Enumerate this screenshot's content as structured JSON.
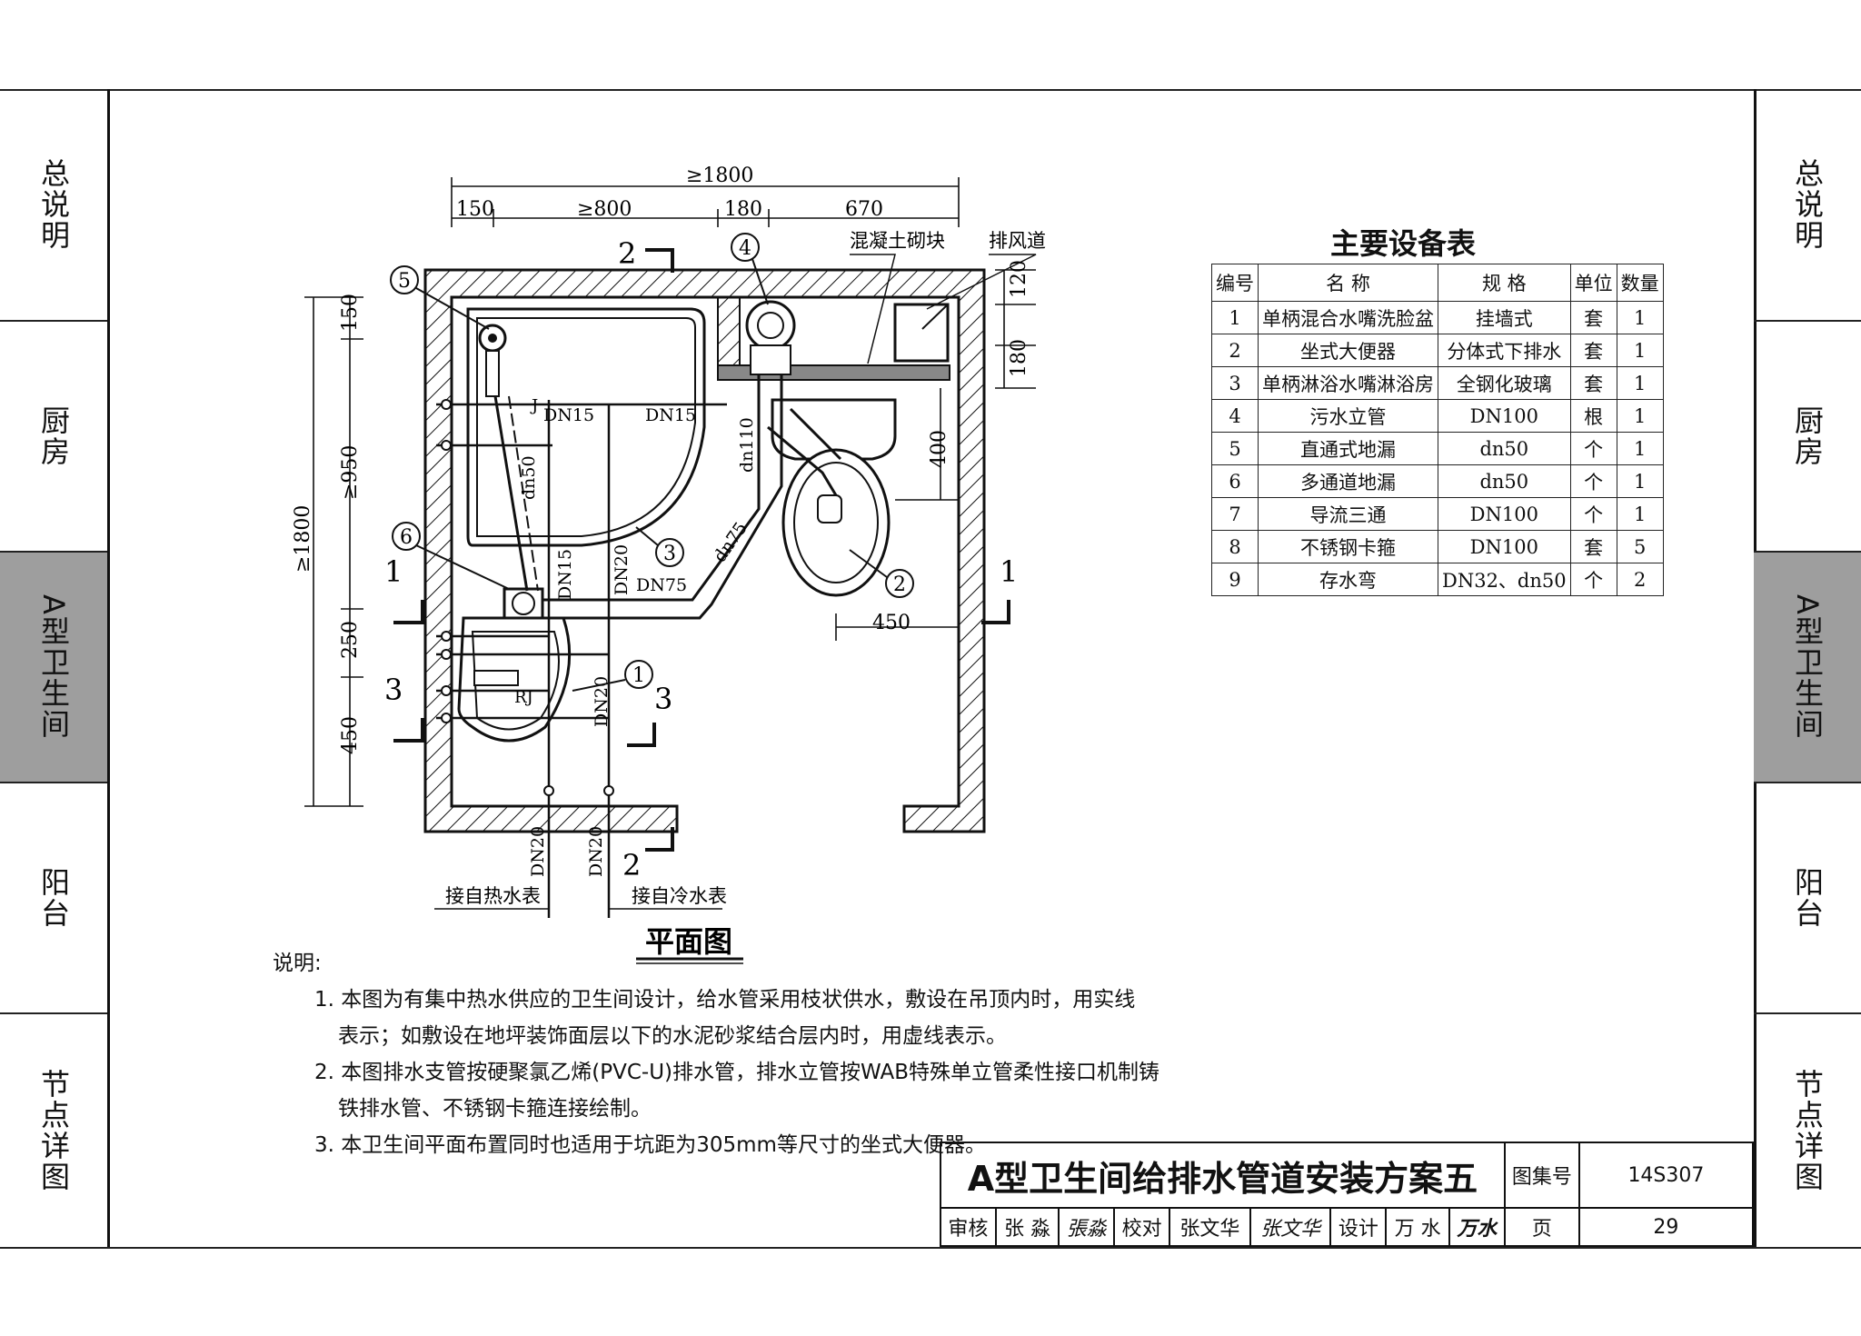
{
  "side_tabs": [
    "总说明",
    "厨房",
    "A型卫生间",
    "阳台",
    "节点详图"
  ],
  "active_tab_index": 2,
  "plan": {
    "caption": "平面图",
    "dims_top": {
      "total": "≥1800",
      "d1": "150",
      "d2": "≥800",
      "d3": "180",
      "d4": "670"
    },
    "dims_left": {
      "total": "≥1800",
      "d1": "150",
      "d2": "≥950",
      "d3": "250",
      "d4": "450"
    },
    "dims_right": {
      "d1": "120",
      "d2": "180"
    },
    "labels": {
      "block": "混凝土砌块",
      "vent": "排风道",
      "dn15a": "DN15",
      "dn15b": "DN15",
      "dn15c": "DN15",
      "dn50": "dn50",
      "dn75a": "DN75",
      "dn75b": "dn75",
      "dn110": "dn110",
      "dn20a": "DN20",
      "dn20b": "DN20",
      "dn20c": "DN20",
      "dn20d": "DN20",
      "j": "J",
      "rj": "RJ",
      "d400": "400",
      "d450": "450",
      "hot_src": "接自热水表",
      "cold_src": "接自冷水表"
    },
    "section_marks": [
      "1",
      "1",
      "2",
      "2",
      "3",
      "3"
    ],
    "callouts": [
      "1",
      "2",
      "3",
      "4",
      "5",
      "6"
    ]
  },
  "equipment_table": {
    "title": "主要设备表",
    "headers": [
      "编号",
      "名  称",
      "规  格",
      "单位",
      "数量"
    ],
    "rows": [
      [
        "1",
        "单柄混合水嘴洗脸盆",
        "挂墙式",
        "套",
        "1"
      ],
      [
        "2",
        "坐式大便器",
        "分体式下排水",
        "套",
        "1"
      ],
      [
        "3",
        "单柄淋浴水嘴淋浴房",
        "全钢化玻璃",
        "套",
        "1"
      ],
      [
        "4",
        "污水立管",
        "DN100",
        "根",
        "1"
      ],
      [
        "5",
        "直通式地漏",
        "dn50",
        "个",
        "1"
      ],
      [
        "6",
        "多通道地漏",
        "dn50",
        "个",
        "1"
      ],
      [
        "7",
        "导流三通",
        "DN100",
        "个",
        "1"
      ],
      [
        "8",
        "不锈钢卡箍",
        "DN100",
        "套",
        "5"
      ],
      [
        "9",
        "存水弯",
        "DN32、dn50",
        "个",
        "2"
      ]
    ]
  },
  "notes": {
    "heading": "说明:",
    "items": [
      "1. 本图为有集中热水供应的卫生间设计，给水管采用枝状供水，敷设在吊顶内时，用实线",
      "表示；如敷设在地坪装饰面层以下的水泥砂浆结合层内时，用虚线表示。",
      "2. 本图排水支管按硬聚氯乙烯(PVC-U)排水管，排水立管按WAB特殊单立管柔性接口机制铸",
      "铁排水管、不锈钢卡箍连接绘制。",
      "3. 本卫生间平面布置同时也适用于坑距为305mm等尺寸的坐式大便器。"
    ]
  },
  "title_block": {
    "title": "A型卫生间给排水管道安装方案五",
    "atlas_label": "图集号",
    "atlas_no": "14S307",
    "review_label": "审核",
    "reviewer": "张 淼",
    "reviewer_sig": "張淼",
    "check_label": "校对",
    "checker": "张文华",
    "checker_sig": "张文华",
    "design_label": "设计",
    "designer": "万 水",
    "designer_sig": "万水",
    "page_label": "页",
    "page_no": "29"
  }
}
